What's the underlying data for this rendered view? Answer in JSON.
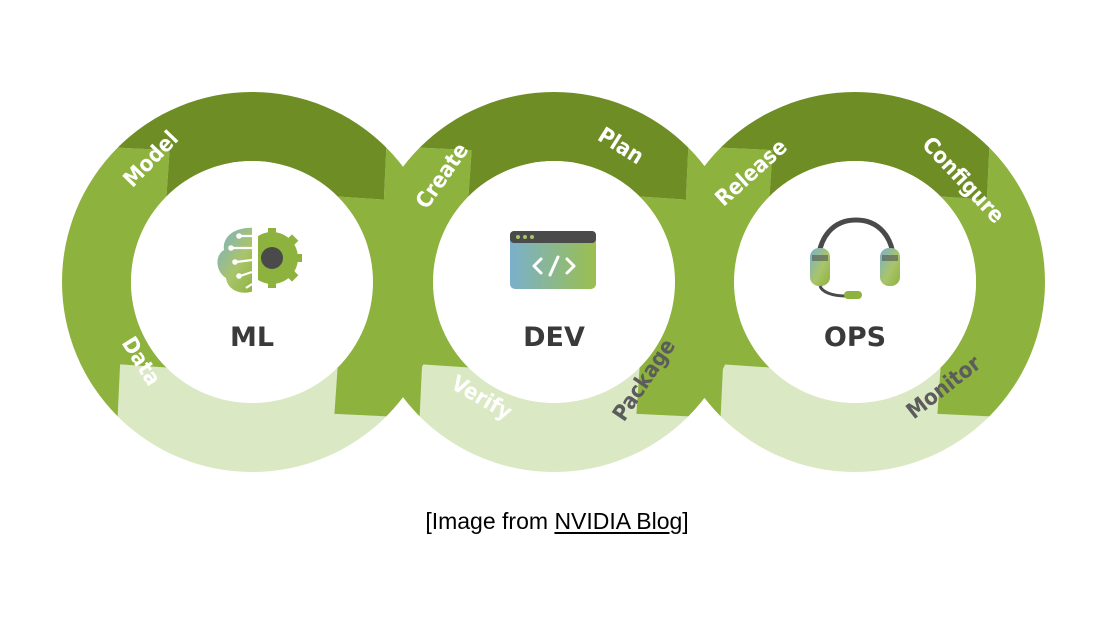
{
  "colors": {
    "dark": "#6f8d25",
    "medium": "#8db23e",
    "light": "#dae8c3",
    "text_on_green": "#ffffff",
    "text_on_light": "#5c5c5c",
    "center_fill": "#ffffff",
    "center_text": "#3a3a3a"
  },
  "loops": [
    {
      "id": "ml",
      "center_label": "ML",
      "icon": "brain-gear-icon",
      "segments": [
        {
          "label": "Model",
          "shade": "dark"
        },
        {
          "label": "",
          "shade": "medium"
        },
        {
          "label": "",
          "shade": "light"
        },
        {
          "label": "Data",
          "shade": "medium"
        }
      ]
    },
    {
      "id": "dev",
      "center_label": "DEV",
      "icon": "code-window-icon",
      "segments": [
        {
          "label": "Create",
          "shade": "dark"
        },
        {
          "label": "Plan",
          "shade": "medium"
        },
        {
          "label": "Package",
          "shade": "light"
        },
        {
          "label": "Verify",
          "shade": "medium"
        }
      ]
    },
    {
      "id": "ops",
      "center_label": "OPS",
      "icon": "headset-icon",
      "segments": [
        {
          "label": "Release",
          "shade": "dark"
        },
        {
          "label": "Configure",
          "shade": "medium"
        },
        {
          "label": "Monitor",
          "shade": "light"
        },
        {
          "label": "",
          "shade": "medium"
        }
      ]
    }
  ],
  "caption": {
    "prefix": "[Image from ",
    "link_text": "NVIDIA Blog",
    "suffix": "]"
  }
}
